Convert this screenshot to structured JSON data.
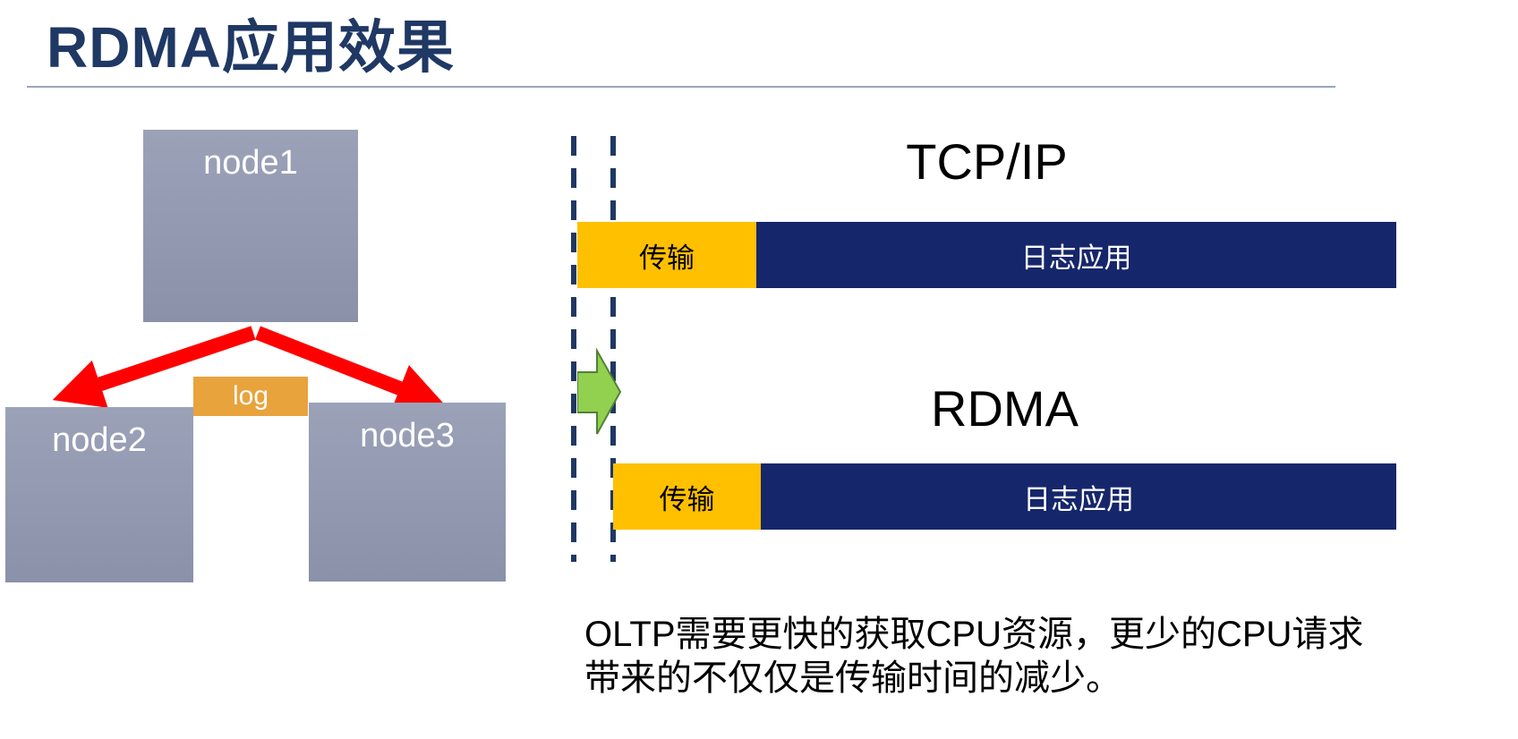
{
  "slide": {
    "title": "RDMA应用效果"
  },
  "cluster": {
    "node1_label": "node1",
    "node2_label": "node2",
    "node3_label": "node3",
    "log_label": "log"
  },
  "comparison": {
    "tcp": {
      "title": "TCP/IP",
      "transfer_label": "传输",
      "app_label": "日志应用"
    },
    "rdma": {
      "title": "RDMA",
      "transfer_label": "传输",
      "app_label": "日志应用"
    },
    "caption": "OLTP需要更快的获取CPU资源，更少的CPU请求带来的不仅仅是传输时间的减少。"
  },
  "colors": {
    "title_navy": "#1F3864",
    "bar_navy": "#16266B",
    "bar_orange": "#FFC000",
    "log_orange": "#E8A33C",
    "node_gray": "#8F96AD",
    "arrow_red": "#FF0000",
    "arrow_green": "#92D050",
    "dashed_line_navy": "#1F3864"
  }
}
